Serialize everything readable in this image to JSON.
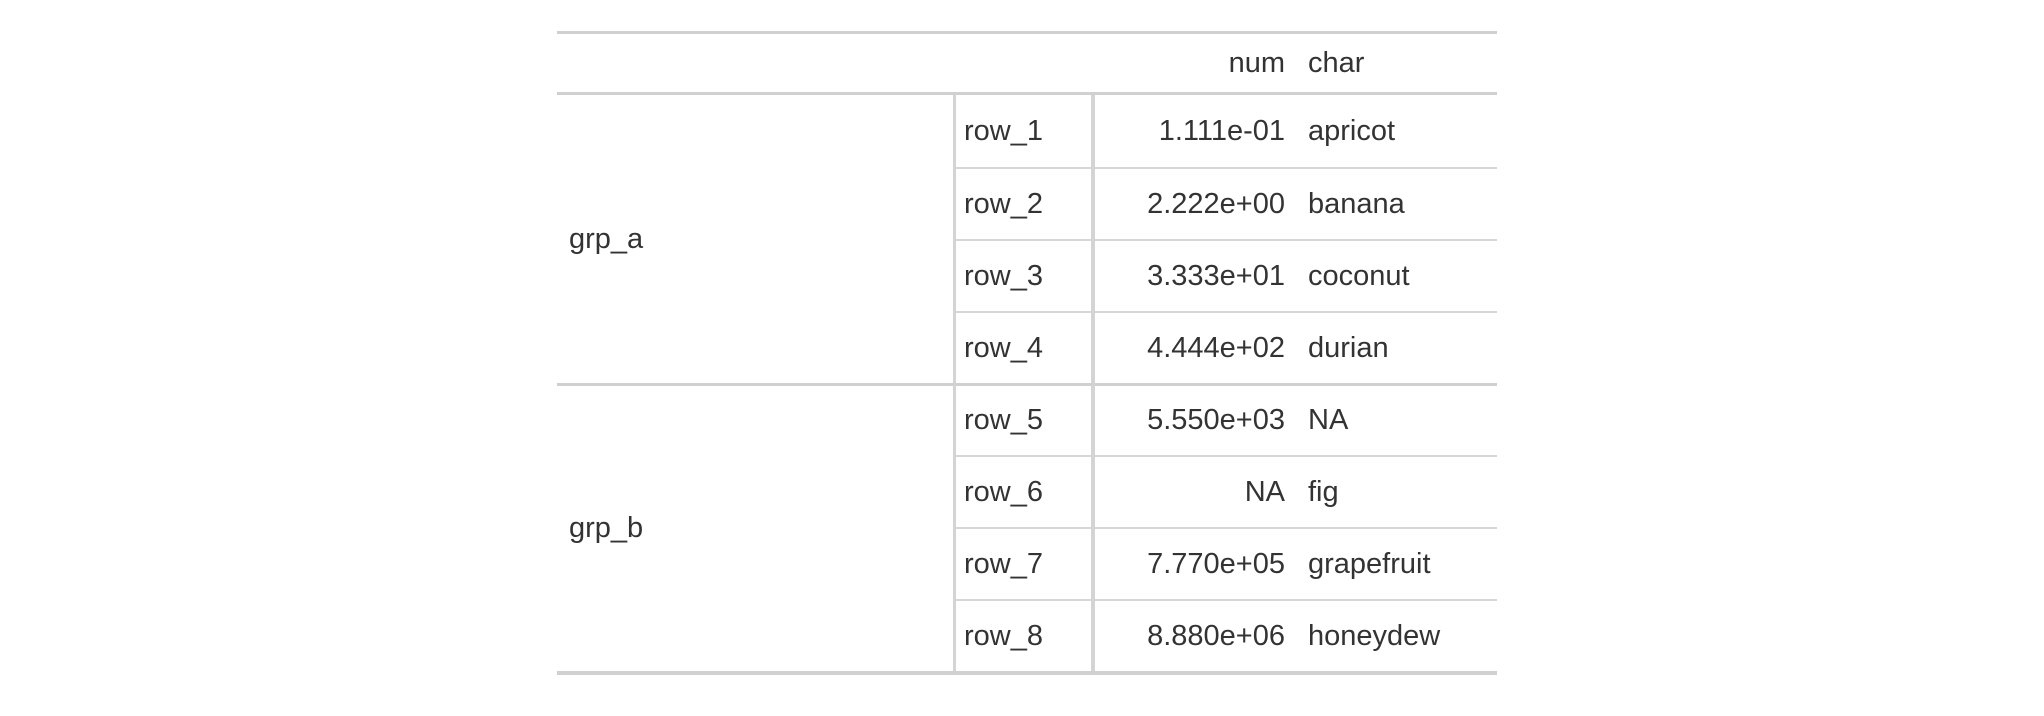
{
  "chart_data": {
    "type": "table",
    "title": "",
    "column_headers": {
      "num": "num",
      "char": "char"
    },
    "stub_header": "",
    "groups": [
      {
        "label": "grp_a",
        "rows": [
          {
            "label": "row_1",
            "num": "1.111e-01",
            "char": "apricot"
          },
          {
            "label": "row_2",
            "num": "2.222e+00",
            "char": "banana"
          },
          {
            "label": "row_3",
            "num": "3.333e+01",
            "char": "coconut"
          },
          {
            "label": "row_4",
            "num": "4.444e+02",
            "char": "durian"
          }
        ]
      },
      {
        "label": "grp_b",
        "rows": [
          {
            "label": "row_5",
            "num": "5.550e+03",
            "char": "NA"
          },
          {
            "label": "row_6",
            "num": "NA",
            "char": "fig"
          },
          {
            "label": "row_7",
            "num": "7.770e+05",
            "char": "grapefruit"
          },
          {
            "label": "row_8",
            "num": "8.880e+06",
            "char": "honeydew"
          }
        ]
      }
    ],
    "layout_hints": {
      "num_alignment": "right",
      "char_alignment": "left",
      "row_group_as_column": true,
      "grid": "horizontal rules between rows; vertical rules only around stub columns"
    }
  },
  "colors": {
    "background": "#FFFFFF",
    "text": "#333333",
    "border": "#D3D3D3"
  }
}
